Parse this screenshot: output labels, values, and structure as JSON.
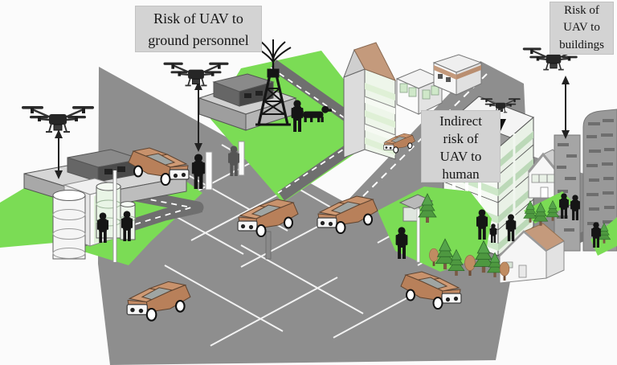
{
  "figure": {
    "title": "UAV risk illustration over urban intersection",
    "background": "#fbfbfb"
  },
  "labels": {
    "ground_personnel": "Risk of UAV to\nground personnel",
    "buildings": "Risk of\nUAV to\nbuildings",
    "indirect_human": "Indirect\nrisk of\nUAV to\nhuman"
  },
  "colors": {
    "road_gray": "#8e8e8e",
    "road_wall": "#757575",
    "street_gray": "#6f6f6f",
    "grass_green": "#7bdc55",
    "lane_white": "#f2f2f2",
    "label_bg": "#d3d3d3",
    "label_text": "#161616",
    "car_tan": "#c28a64",
    "roof_brown": "#c49a7c",
    "glass_green": "#cde7c8",
    "silhouette_black": "#151515"
  },
  "scene": {
    "drones": 4,
    "risk_arrows": 4,
    "cars": 6,
    "people": 12,
    "trees": 11
  }
}
